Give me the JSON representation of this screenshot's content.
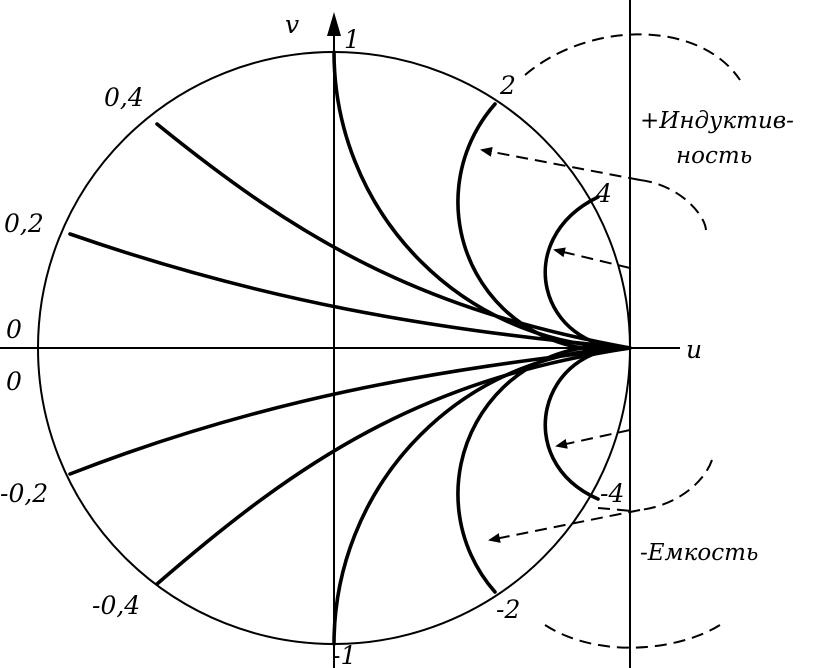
{
  "axes": {
    "v_label": "v",
    "u_label": "u"
  },
  "reactance_labels": {
    "top_1": "1",
    "top_2": "2",
    "top_4": "4",
    "bottom_neg_1": "-1",
    "bottom_neg_2": "-2",
    "bottom_neg_4": "-4"
  },
  "rim_labels": {
    "p04": "0,4",
    "p02": "0,2",
    "zero_upper": "0",
    "zero_lower": "0",
    "n02": "-0,2",
    "n04": "-0,4"
  },
  "annotations": {
    "inductive_line1": "+Индуктив-",
    "inductive_line2": "ность",
    "capacitive": "-Емкость"
  },
  "reactance_values": [
    0.2,
    0.4,
    1,
    2,
    4,
    -0.2,
    -0.4,
    -1,
    -2,
    -4
  ]
}
